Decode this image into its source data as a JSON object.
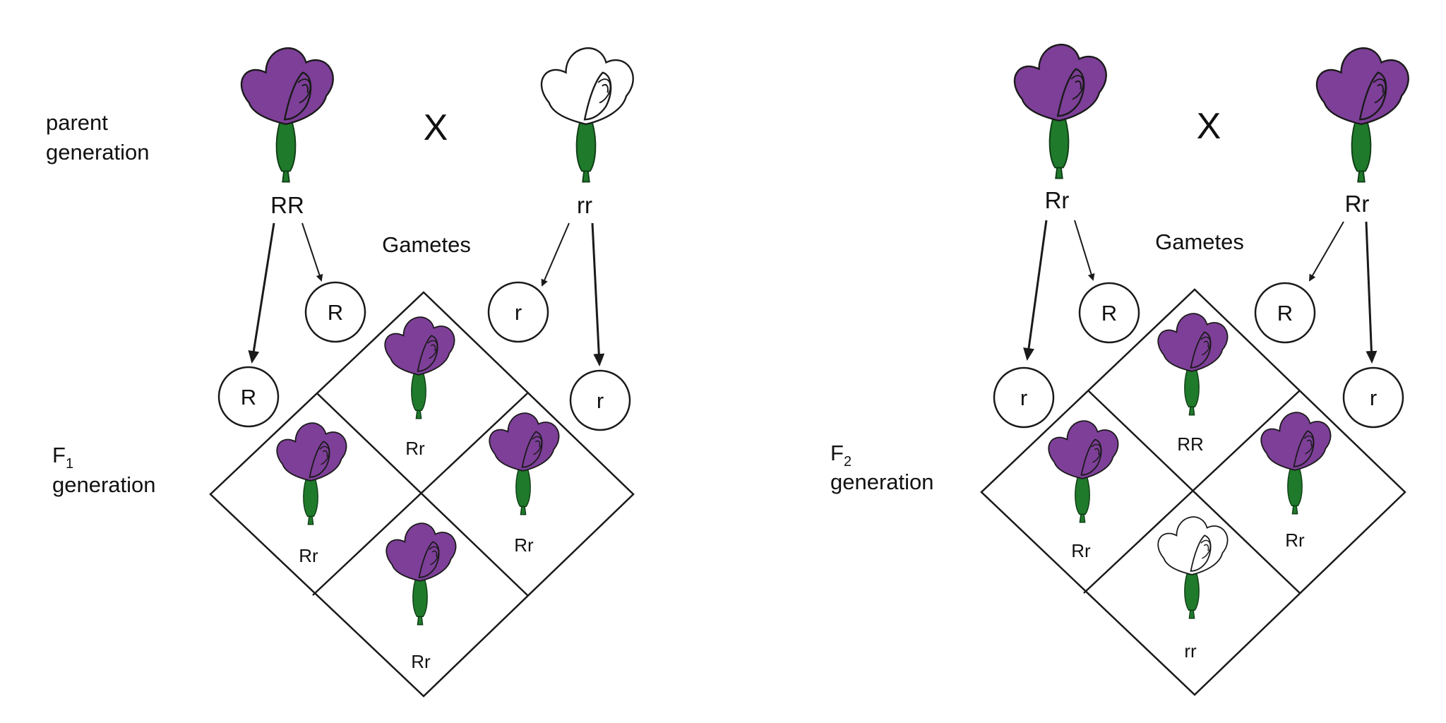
{
  "left": {
    "label_top": [
      "parent",
      "generation"
    ],
    "cross": "X",
    "parent1_genotype": "RR",
    "parent2_genotype": "rr",
    "gametes_label": "Gametes",
    "gametes": [
      "R",
      "R",
      "r",
      "r"
    ],
    "offspring_label": {
      "main": "F",
      "sub": "1",
      "line2": "generation"
    },
    "square": [
      "Rr",
      "Rr",
      "Rr",
      "Rr"
    ]
  },
  "right": {
    "cross": "X",
    "parent1_genotype": "Rr",
    "parent2_genotype": "Rr",
    "gametes_label": "Gametes",
    "gametes": [
      "R",
      "r",
      "R",
      "r"
    ],
    "offspring_label": {
      "main": "F",
      "sub": "2",
      "line2": "generation"
    },
    "square": [
      "RR",
      "Rr",
      "Rr",
      "rr"
    ]
  },
  "colors": {
    "purple": "#7d3f98",
    "stem": "#1f7a2b",
    "white": "#ffffff",
    "line": "#1a1a1a"
  }
}
